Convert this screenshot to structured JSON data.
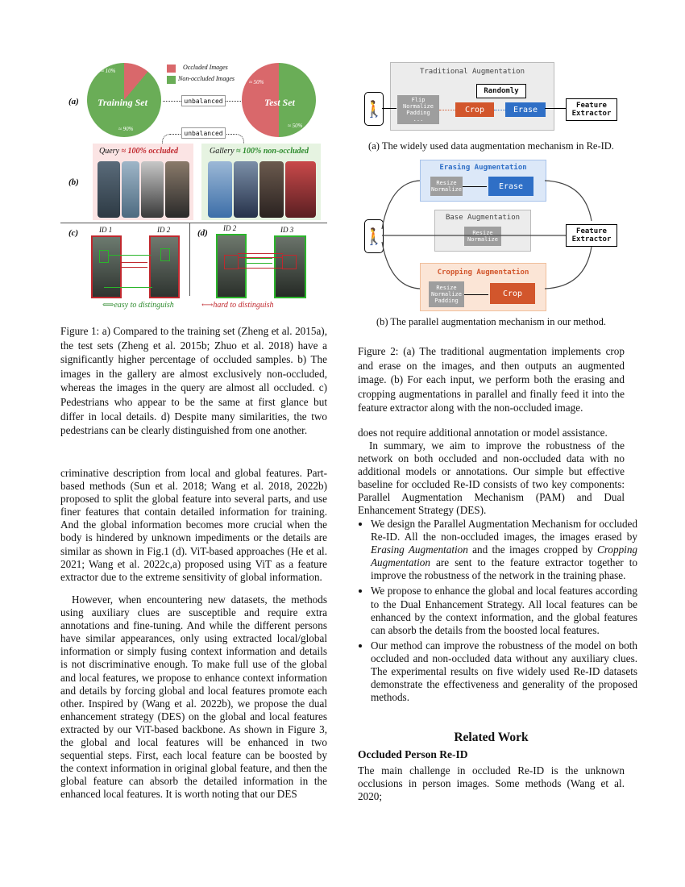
{
  "fig1": {
    "legend_occluded": "Occluded Images",
    "legend_non_occluded": "Non-occluded Images",
    "row_a": "(a)",
    "row_b": "(b)",
    "row_c": "(c)",
    "row_d": "(d)",
    "training_label": "Training Set",
    "test_label": "Test Set",
    "train_small_pct": "≈ 10%",
    "train_big_pct": "≈ 90%",
    "test_left_pct": "≈ 50%",
    "test_right_pct": "≈ 50%",
    "unbalanced_1": "unbalanced",
    "unbalanced_2": "unbalanced",
    "query_label": "Query",
    "query_pct": "≈ 100% occluded",
    "gallery_label": "Gallery",
    "gallery_pct": "≈ 100% non-occluded",
    "c_id1": "ID 1",
    "c_id2": "ID 2",
    "d_id2": "ID 2",
    "d_id3": "ID 3",
    "easy": "easy to distinguish",
    "hard": "hard to distinguish",
    "colors": {
      "occluded": "#d9686b",
      "non_occluded": "#6aad57"
    }
  },
  "fig1_caption": "Figure 1: a) Compared to the training set (Zheng et al. 2015a), the test sets (Zheng et al. 2015b; Zhuo et al. 2018) have a significantly higher percentage of occluded samples. b) The images in the gallery are almost exclusively non-occluded, whereas the images in the query are almost all occluded. c) Pedestrians who appear to be the same at first glance but differ in local details. d) Despite many similarities, the two pedestrians can be clearly distinguished from one another.",
  "fig2": {
    "trad_title": "Traditional Augmentation",
    "randomly": "Randomly",
    "flip_box": [
      "Flip",
      "Normalize",
      "Padding",
      "..."
    ],
    "crop": "Crop",
    "erase": "Erase",
    "feature_extractor": [
      "Feature",
      "Extractor"
    ],
    "sub_a": "(a) The widely used data augmentation mechanism in Re-ID.",
    "erasing_title": "Erasing Augmentation",
    "resize_normalize": [
      "Resize",
      "Normalize"
    ],
    "base_title": "Base Augmentation",
    "cropping_title": "Cropping Augmentation",
    "resize_norm_pad": [
      "Resize",
      "Normalize",
      "Padding"
    ],
    "sub_b": "(b) The parallel augmentation mechanism in our method."
  },
  "fig2_caption": "Figure 2: (a) The traditional augmentation implements crop and erase on the images, and then outputs an augmented image. (b) For each input, we perform both the erasing and cropping augmentations in parallel and finally feed it into the feature extractor along with the non-occluded image.",
  "left_body": [
    "criminative description from local and global features. Part-based methods (Sun et al. 2018; Wang et al. 2018, 2022b) proposed to split the global feature into several parts, and use finer features that contain detailed information for training. And the global information becomes more crucial when the body is hindered by unknown impediments or the details are similar as shown in Fig.1 (d). ViT-based approaches (He et al. 2021; Wang et al. 2022c,a) proposed using ViT as a feature extractor due to the extreme sensitivity of global information.",
    "However, when encountering new datasets, the methods using auxiliary clues are susceptible and require extra annotations and fine-tuning. And while the different persons have similar appearances, only using extracted local/global information or simply fusing context information and details is not discriminative enough. To make full use of the global and local features, we propose to enhance context information and details by forcing global and local features promote each other. Inspired by (Wang et al. 2022b), we propose the dual enhancement strategy (DES) on the global and local features extracted by our ViT-based backbone. As shown in Figure 3, the global and local features will be enhanced in two sequential steps. First, each local feature can be boosted by the context information in original global feature, and then the global feature can absorb the detailed information in the enhanced local features. It is worth noting that our DES"
  ],
  "right_body": {
    "p1": "does not require additional annotation or model assistance.",
    "p2": "In summary, we aim to improve the robustness of the network on both occluded and non-occluded data with no additional models or annotations. Our simple but effective baseline for occluded Re-ID consists of two key components: Parallel Augmentation Mechanism (PAM) and Dual Enhancement Strategy (DES).",
    "b1_pre": "We design the Parallel Augmentation Mechanism for occluded Re-ID. All the non-occluded images, the images erased by ",
    "b1_erasing": "Erasing Augmentation",
    "b1_mid": " and the images cropped by ",
    "b1_cropping": "Cropping Augmentation",
    "b1_post": " are sent to the feature extractor together to improve the robustness of the network in the training phase.",
    "b2": "We propose to enhance the global and local features according to the Dual Enhancement Strategy. All local features can be enhanced by the context information, and the global features can absorb the details from the boosted local features.",
    "b3": "Our method can improve the robustness of the model on both occluded and non-occluded data without any auxiliary clues. The experimental results on five widely used Re-ID datasets demonstrate the effectiveness and generality of the proposed methods.",
    "section": "Related Work",
    "subsection": "Occluded Person Re-ID",
    "p3": "The main challenge in occluded Re-ID is the unknown occlusions in person images. Some methods (Wang et al. 2020;"
  }
}
